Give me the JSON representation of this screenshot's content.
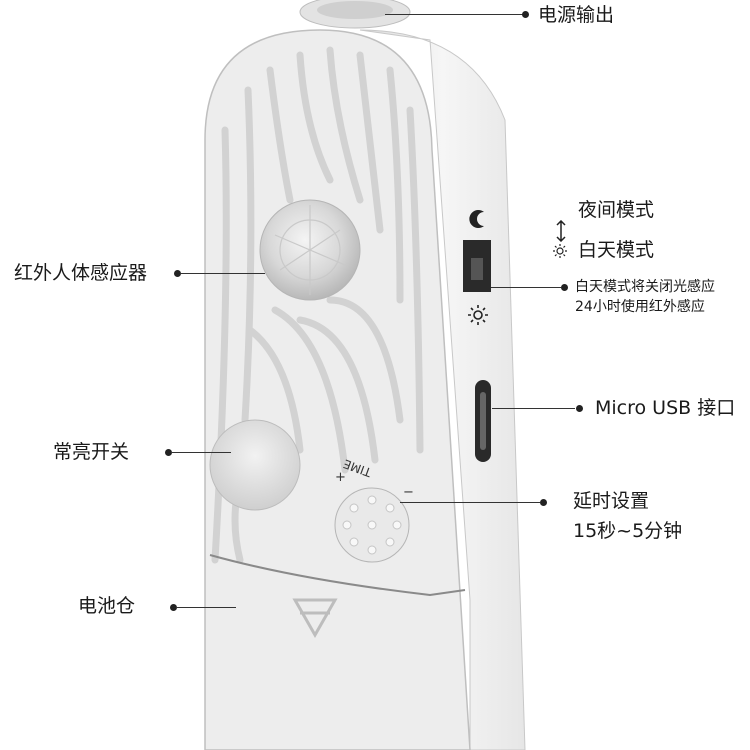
{
  "callouts": {
    "power_output": "电源输出",
    "pir_sensor": "红外人体感应器",
    "always_on_switch": "常亮开关",
    "battery_compartment": "电池仓",
    "night_mode": "夜间模式",
    "day_mode": "白天模式",
    "mode_note_line1": "白天模式将关闭光感应",
    "mode_note_line2": "24小时使用红外感应",
    "usb_port": "Micro USB 接口",
    "delay_setting_line1": "延时设置",
    "delay_setting_line2": "15秒~5分钟"
  },
  "device": {
    "knob_label": "TIME",
    "knob_plus": "+",
    "knob_minus": "−"
  },
  "icons": {
    "night": "crescent-moon",
    "day": "sun",
    "switch_arrow": "up-down-arrow"
  },
  "colors": {
    "body": "#ececec",
    "rib": "#d6d6d6",
    "edge": "#b9b9b9",
    "text": "#1a1a1a"
  }
}
